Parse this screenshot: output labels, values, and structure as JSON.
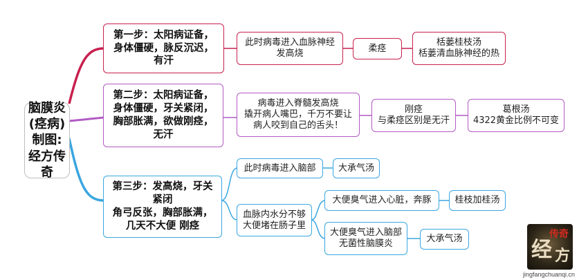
{
  "root": {
    "label": "脑膜炎\n(痉病)\n制图:\n经方传奇"
  },
  "branches": [
    {
      "color": "#c8204e",
      "step": "第一步：太阳病证备，\n身体僵硬，脉反沉迟，\n有汗",
      "chain": [
        "此时病毒进入血脉神经\n发高烧",
        "柔痉",
        "栝蒌桂枝汤\n栝蒌清血脉神经的热"
      ]
    },
    {
      "color": "#b25ac4",
      "step": "第二步：太阳病证备，\n身体僵硬，牙关紧闭，\n胸部胀满，欲做刚痉，\n无汗",
      "chain": [
        "病毒进入脊髓发高烧\n撬开病人嘴巴，千万不要让\n病人咬到自己的舌头！",
        "刚痉\n与柔痉区别是无汗",
        "葛根汤\n4322黄金比例不可变"
      ]
    },
    {
      "color": "#3aa6e0",
      "step": "第三步：发高烧，牙关\n紧闭\n角弓反张，胸部胀满，\n几天不大便 刚痉",
      "sub_a": {
        "label": "此时病毒进入脑部",
        "result": "大承气汤"
      },
      "sub_b": {
        "label": "血脉内水分不够\n大便堵在肠子里",
        "children": [
          {
            "label": "大便臭气进入心脏，奔豚",
            "result": "桂枝加桂汤"
          },
          {
            "label": "大便臭气进入脑部\n无菌性脑膜炎",
            "result": "大承气汤"
          }
        ]
      }
    }
  ],
  "logo": {
    "big": "经",
    "small": "传奇",
    "big2": "方"
  },
  "footer_url": "jingfangchuanqi.cn"
}
